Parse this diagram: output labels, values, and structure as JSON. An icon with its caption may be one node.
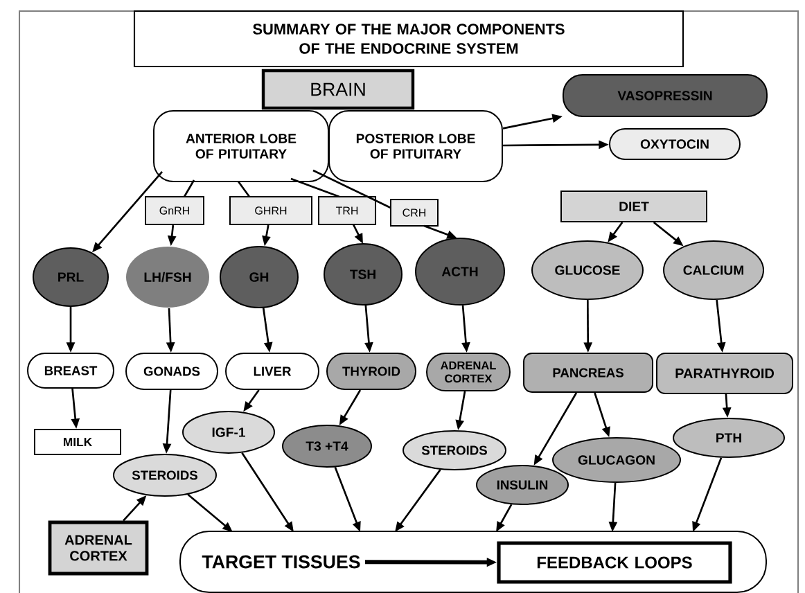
{
  "diagram": {
    "title": "SUMMARY OF THE MAJOR COMPONENTS OF THE ENDOCRINE SYSTEM",
    "nodes": [
      {
        "text": [
          "BRAIN"
        ]
      },
      {
        "text": [
          "ANTERIOR LOBE OF PITUITARY"
        ]
      },
      {
        "text": [
          "POSTERIOR LOBE OF PITUITARY"
        ]
      },
      {
        "text": [
          "VASOPRESSIN"
        ]
      },
      {
        "text": [
          "OXYTOCIN"
        ]
      },
      {
        "text": [
          "GnRH"
        ]
      },
      {
        "text": [
          "GHRH"
        ]
      },
      {
        "text": [
          "TRH"
        ]
      },
      {
        "text": [
          "CRH"
        ]
      },
      {
        "text": [
          "DIET"
        ]
      },
      {
        "text": [
          "PRL"
        ]
      },
      {
        "text": [
          "LH/FSH"
        ]
      },
      {
        "text": [
          "GH"
        ]
      },
      {
        "text": [
          "TSH"
        ]
      },
      {
        "text": [
          "ACTH"
        ]
      },
      {
        "text": [
          "GLUCOSE"
        ]
      },
      {
        "text": [
          "CALCIUM"
        ]
      },
      {
        "text": [
          "BREAST"
        ]
      },
      {
        "text": [
          "GONADS"
        ]
      },
      {
        "text": [
          "LIVER"
        ]
      },
      {
        "text": [
          "THYROID"
        ]
      },
      {
        "text": [
          "ADRENAL CORTEX"
        ]
      },
      {
        "text": [
          "PANCREAS"
        ]
      },
      {
        "text": [
          "PARATHYROID"
        ]
      },
      {
        "text": [
          "MILK"
        ]
      },
      {
        "text": [
          "IGF-1"
        ]
      },
      {
        "text": [
          "T3 +T4"
        ]
      },
      {
        "text": [
          "STEROIDS"
        ]
      },
      {
        "text": [
          "INSULIN"
        ]
      },
      {
        "text": [
          "GLUCAGON"
        ]
      },
      {
        "text": [
          "PTH"
        ]
      },
      {
        "text": [
          "STEROIDS"
        ]
      },
      {
        "text": [
          "ADRENAL CORTEX"
        ]
      },
      {
        "text": [],
        "shape": "box"
      },
      {
        "text": [
          "TARGET TISSUES"
        ],
        "in": 33
      },
      {
        "text": [
          "FEEDBACK LOOPS"
        ],
        "in": 33
      }
    ],
    "edges": [
      {
        "from": 1,
        "to": 10,
        "arrow": "to"
      },
      {
        "from": 1,
        "to": 5,
        "arrow": "none"
      },
      {
        "from": 5,
        "to": 11,
        "arrow": "to"
      },
      {
        "from": 1,
        "to": 6,
        "arrow": "none"
      },
      {
        "from": 6,
        "to": 12,
        "arrow": "to"
      },
      {
        "from": 1,
        "to": 7,
        "arrow": "none"
      },
      {
        "from": 7,
        "to": 13,
        "arrow": "to"
      },
      {
        "from": 1,
        "to": 8,
        "arrow": "none"
      },
      {
        "from": 8,
        "to": 14,
        "arrow": "to"
      },
      {
        "from": 2,
        "to": 3,
        "arrow": "to"
      },
      {
        "from": 2,
        "to": 4,
        "arrow": "to"
      },
      {
        "from": 9,
        "to": 15,
        "arrow": "to"
      },
      {
        "from": 9,
        "to": 16,
        "arrow": "to"
      },
      {
        "from": 10,
        "to": 17,
        "arrow": "to"
      },
      {
        "from": 11,
        "to": 18,
        "arrow": "to"
      },
      {
        "from": 12,
        "to": 19,
        "arrow": "to"
      },
      {
        "from": 13,
        "to": 20,
        "arrow": "to"
      },
      {
        "from": 14,
        "to": 21,
        "arrow": "to"
      },
      {
        "from": 15,
        "to": 22,
        "arrow": "to"
      },
      {
        "from": 16,
        "to": 23,
        "arrow": "to"
      },
      {
        "from": 17,
        "to": 24,
        "arrow": "to"
      },
      {
        "from": 18,
        "to": 31,
        "arrow": "to"
      },
      {
        "from": 19,
        "to": 25,
        "arrow": "to"
      },
      {
        "from": 20,
        "to": 26,
        "arrow": "to"
      },
      {
        "from": 21,
        "to": 27,
        "arrow": "to"
      },
      {
        "from": 22,
        "to": 28,
        "arrow": "to"
      },
      {
        "from": 22,
        "to": 29,
        "arrow": "to"
      },
      {
        "from": 23,
        "to": 30,
        "arrow": "to"
      },
      {
        "from": 32,
        "to": 31,
        "arrow": "to"
      },
      {
        "from": 31,
        "to": 33,
        "arrow": "to"
      },
      {
        "from": 25,
        "to": 33,
        "arrow": "to"
      },
      {
        "from": 26,
        "to": 33,
        "arrow": "to"
      },
      {
        "from": 27,
        "to": 33,
        "arrow": "to"
      },
      {
        "from": 28,
        "to": 33,
        "arrow": "to"
      },
      {
        "from": 29,
        "to": 33,
        "arrow": "to"
      },
      {
        "from": 30,
        "to": 33,
        "arrow": "to"
      },
      {
        "from": 34,
        "to": 35,
        "arrow": "to",
        "style": "thick"
      }
    ]
  }
}
